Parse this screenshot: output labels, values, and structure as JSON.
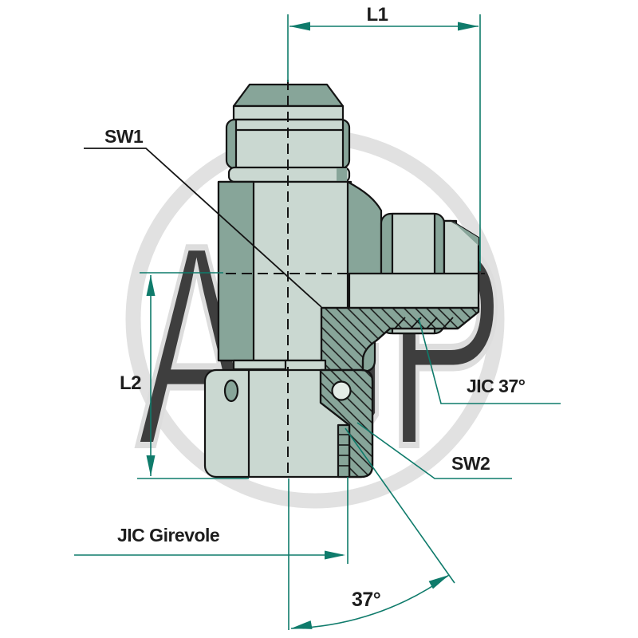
{
  "diagram": {
    "title_hint": "JIC 90-degree swivel elbow fitting technical drawing",
    "labels": {
      "l1": "L1",
      "l2": "L2",
      "sw1": "SW1",
      "sw2": "SW2",
      "jic_angle": "JIC 37°",
      "jic_swivel": "JIC Girevole",
      "angle": "37°"
    },
    "watermark": "AGP",
    "colors": {
      "dimension_teal": "#0f7b6b",
      "body_light": "#cad8d1",
      "body_dark": "#87a599",
      "ball_light": "#e4ece7",
      "outline": "#141414",
      "label_text": "#1d1d1d",
      "watermark_gray": "#d8d8d8"
    }
  }
}
